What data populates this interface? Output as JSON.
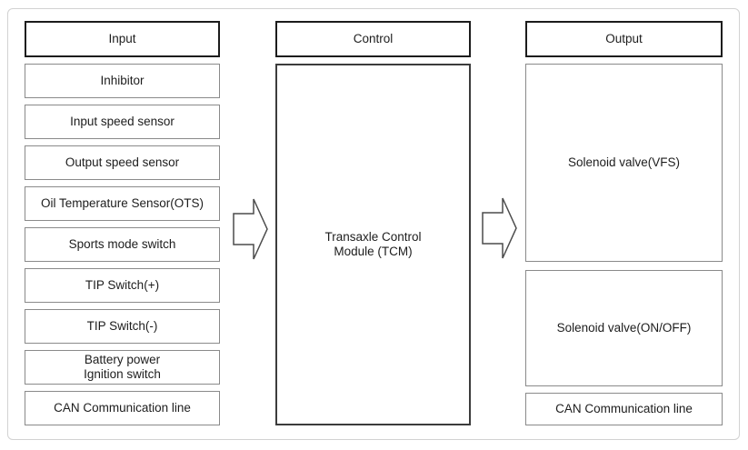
{
  "columns": {
    "input": {
      "header": "Input",
      "items": [
        "Inhibitor",
        "Input speed sensor",
        "Output speed sensor",
        "Oil Temperature Sensor(OTS)",
        "Sports mode switch",
        "TIP Switch(+)",
        "TIP Switch(-)",
        "Battery power\nIgnition switch",
        "CAN Communication line"
      ]
    },
    "control": {
      "header": "Control",
      "module": "Transaxle Control\nModule (TCM)"
    },
    "output": {
      "header": "Output",
      "items": [
        "Solenoid valve(VFS)",
        "Solenoid valve(ON/OFF)",
        "CAN Communication line"
      ]
    }
  },
  "arrows": [
    {
      "name": "input-to-control"
    },
    {
      "name": "control-to-output"
    }
  ],
  "colors": {
    "background": "#ffffff",
    "frame_border": "#d2d2d2",
    "header_border": "#1c1c1c",
    "item_border": "#8a8a8a",
    "control_border": "#3c3c3c",
    "arrow_stroke": "#4c4c4c",
    "text": "#1d1d1d"
  }
}
